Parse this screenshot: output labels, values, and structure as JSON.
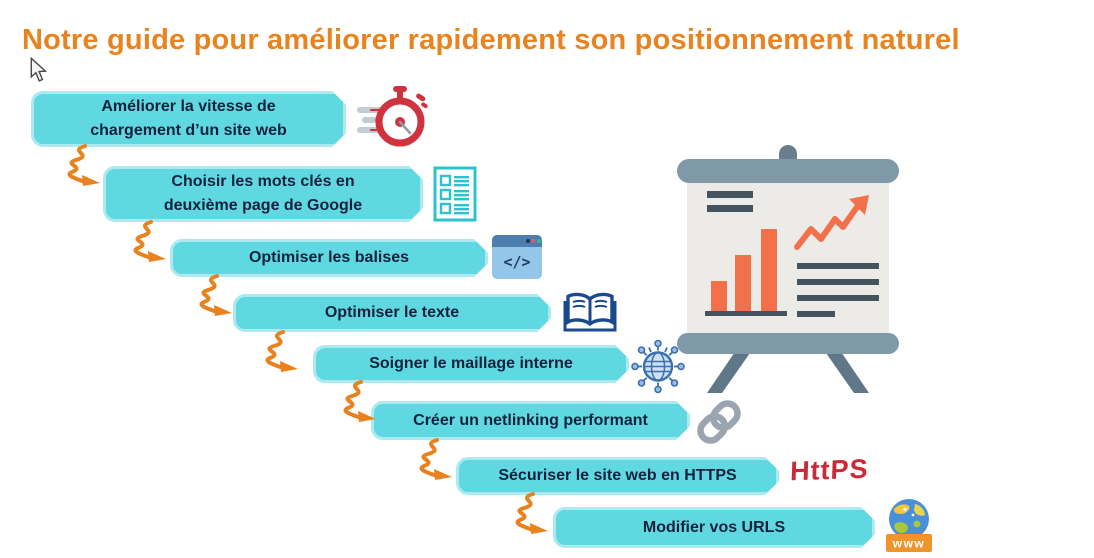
{
  "title": "Notre guide pour améliorer rapidement son positionnement naturel",
  "steps": [
    {
      "label": "Améliorer la vitesse de\nchargement d’un site web",
      "icon": "stopwatch-icon"
    },
    {
      "label": "Choisir les mots clés en\ndeuxième page de Google",
      "icon": "checklist-icon"
    },
    {
      "label": "Optimiser les balises",
      "icon": "code-window-icon"
    },
    {
      "label": "Optimiser le texte",
      "icon": "open-book-icon"
    },
    {
      "label": "Soigner le maillage interne",
      "icon": "globe-network-icon"
    },
    {
      "label": "Créer un netlinking performant",
      "icon": "chain-link-icon"
    },
    {
      "label": "Sécuriser le site web en HTTPS",
      "icon": "https-handwritten-text"
    },
    {
      "label": "Modifier vos URLS",
      "icon": "www-globe-icon"
    }
  ],
  "annotations": {
    "https_label": "HttPS",
    "www_label": "www",
    "code_glyph": "</>"
  },
  "colors": {
    "title_orange": "#E8831F",
    "box_fill": "#5FD8E2",
    "box_border": "#ACEAF0",
    "box_text": "#14213D",
    "arrow_orange": "#E8821E",
    "https_red": "#CC2936",
    "stopwatch_red": "#CF3340",
    "board_frame": "#8099A8",
    "board_legs": "#5F7787",
    "board_screen": "#EDEBE8",
    "board_accent_orange": "#F2714B",
    "board_line_gray": "#44545F"
  }
}
